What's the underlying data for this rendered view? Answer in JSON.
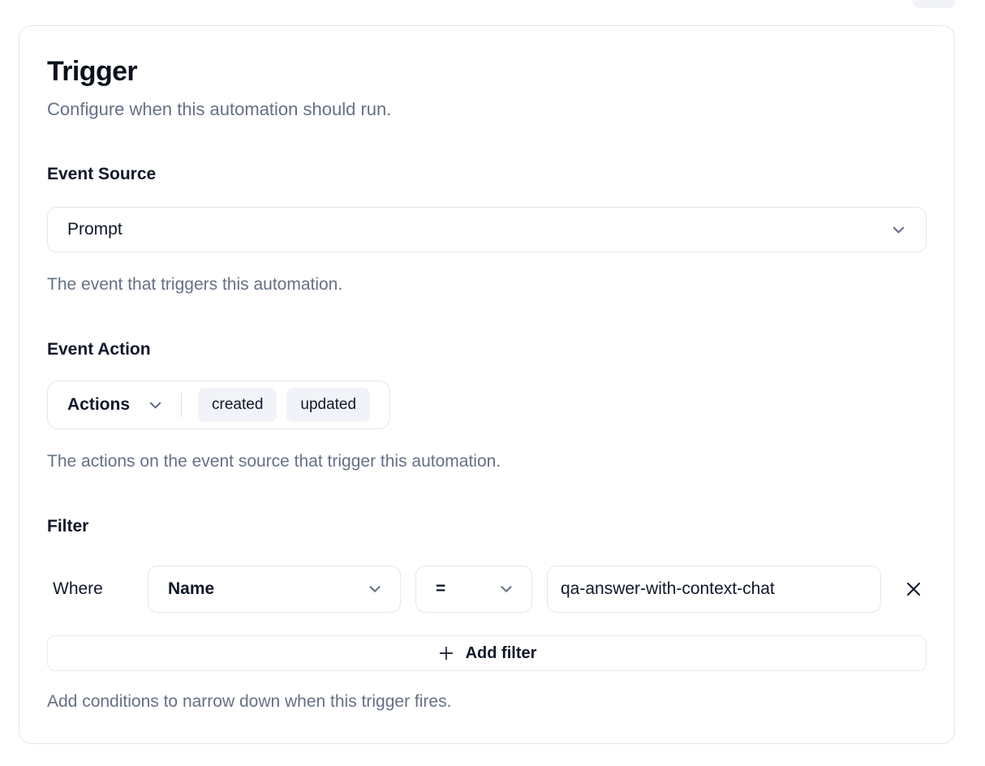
{
  "page": {
    "title": "Trigger",
    "subtitle": "Configure when this automation should run."
  },
  "event_source": {
    "label": "Event Source",
    "selected_value": "Prompt",
    "help": "The event that triggers this automation."
  },
  "event_action": {
    "label": "Event Action",
    "dropdown_label": "Actions",
    "selected": [
      "created",
      "updated"
    ],
    "help": "The actions on the event source that trigger this automation."
  },
  "filter": {
    "label": "Filter",
    "where_label": "Where",
    "rows": [
      {
        "field": "Name",
        "operator": "=",
        "value": "qa-answer-with-context-chat"
      }
    ],
    "add_button_label": "Add filter",
    "help": "Add conditions to narrow down when this trigger fires."
  },
  "colors": {
    "text_primary": "#101828",
    "text_muted": "#667085",
    "border": "#e4e7ec",
    "pill_background": "#f1f3f8",
    "divider": "#d9dce3"
  }
}
